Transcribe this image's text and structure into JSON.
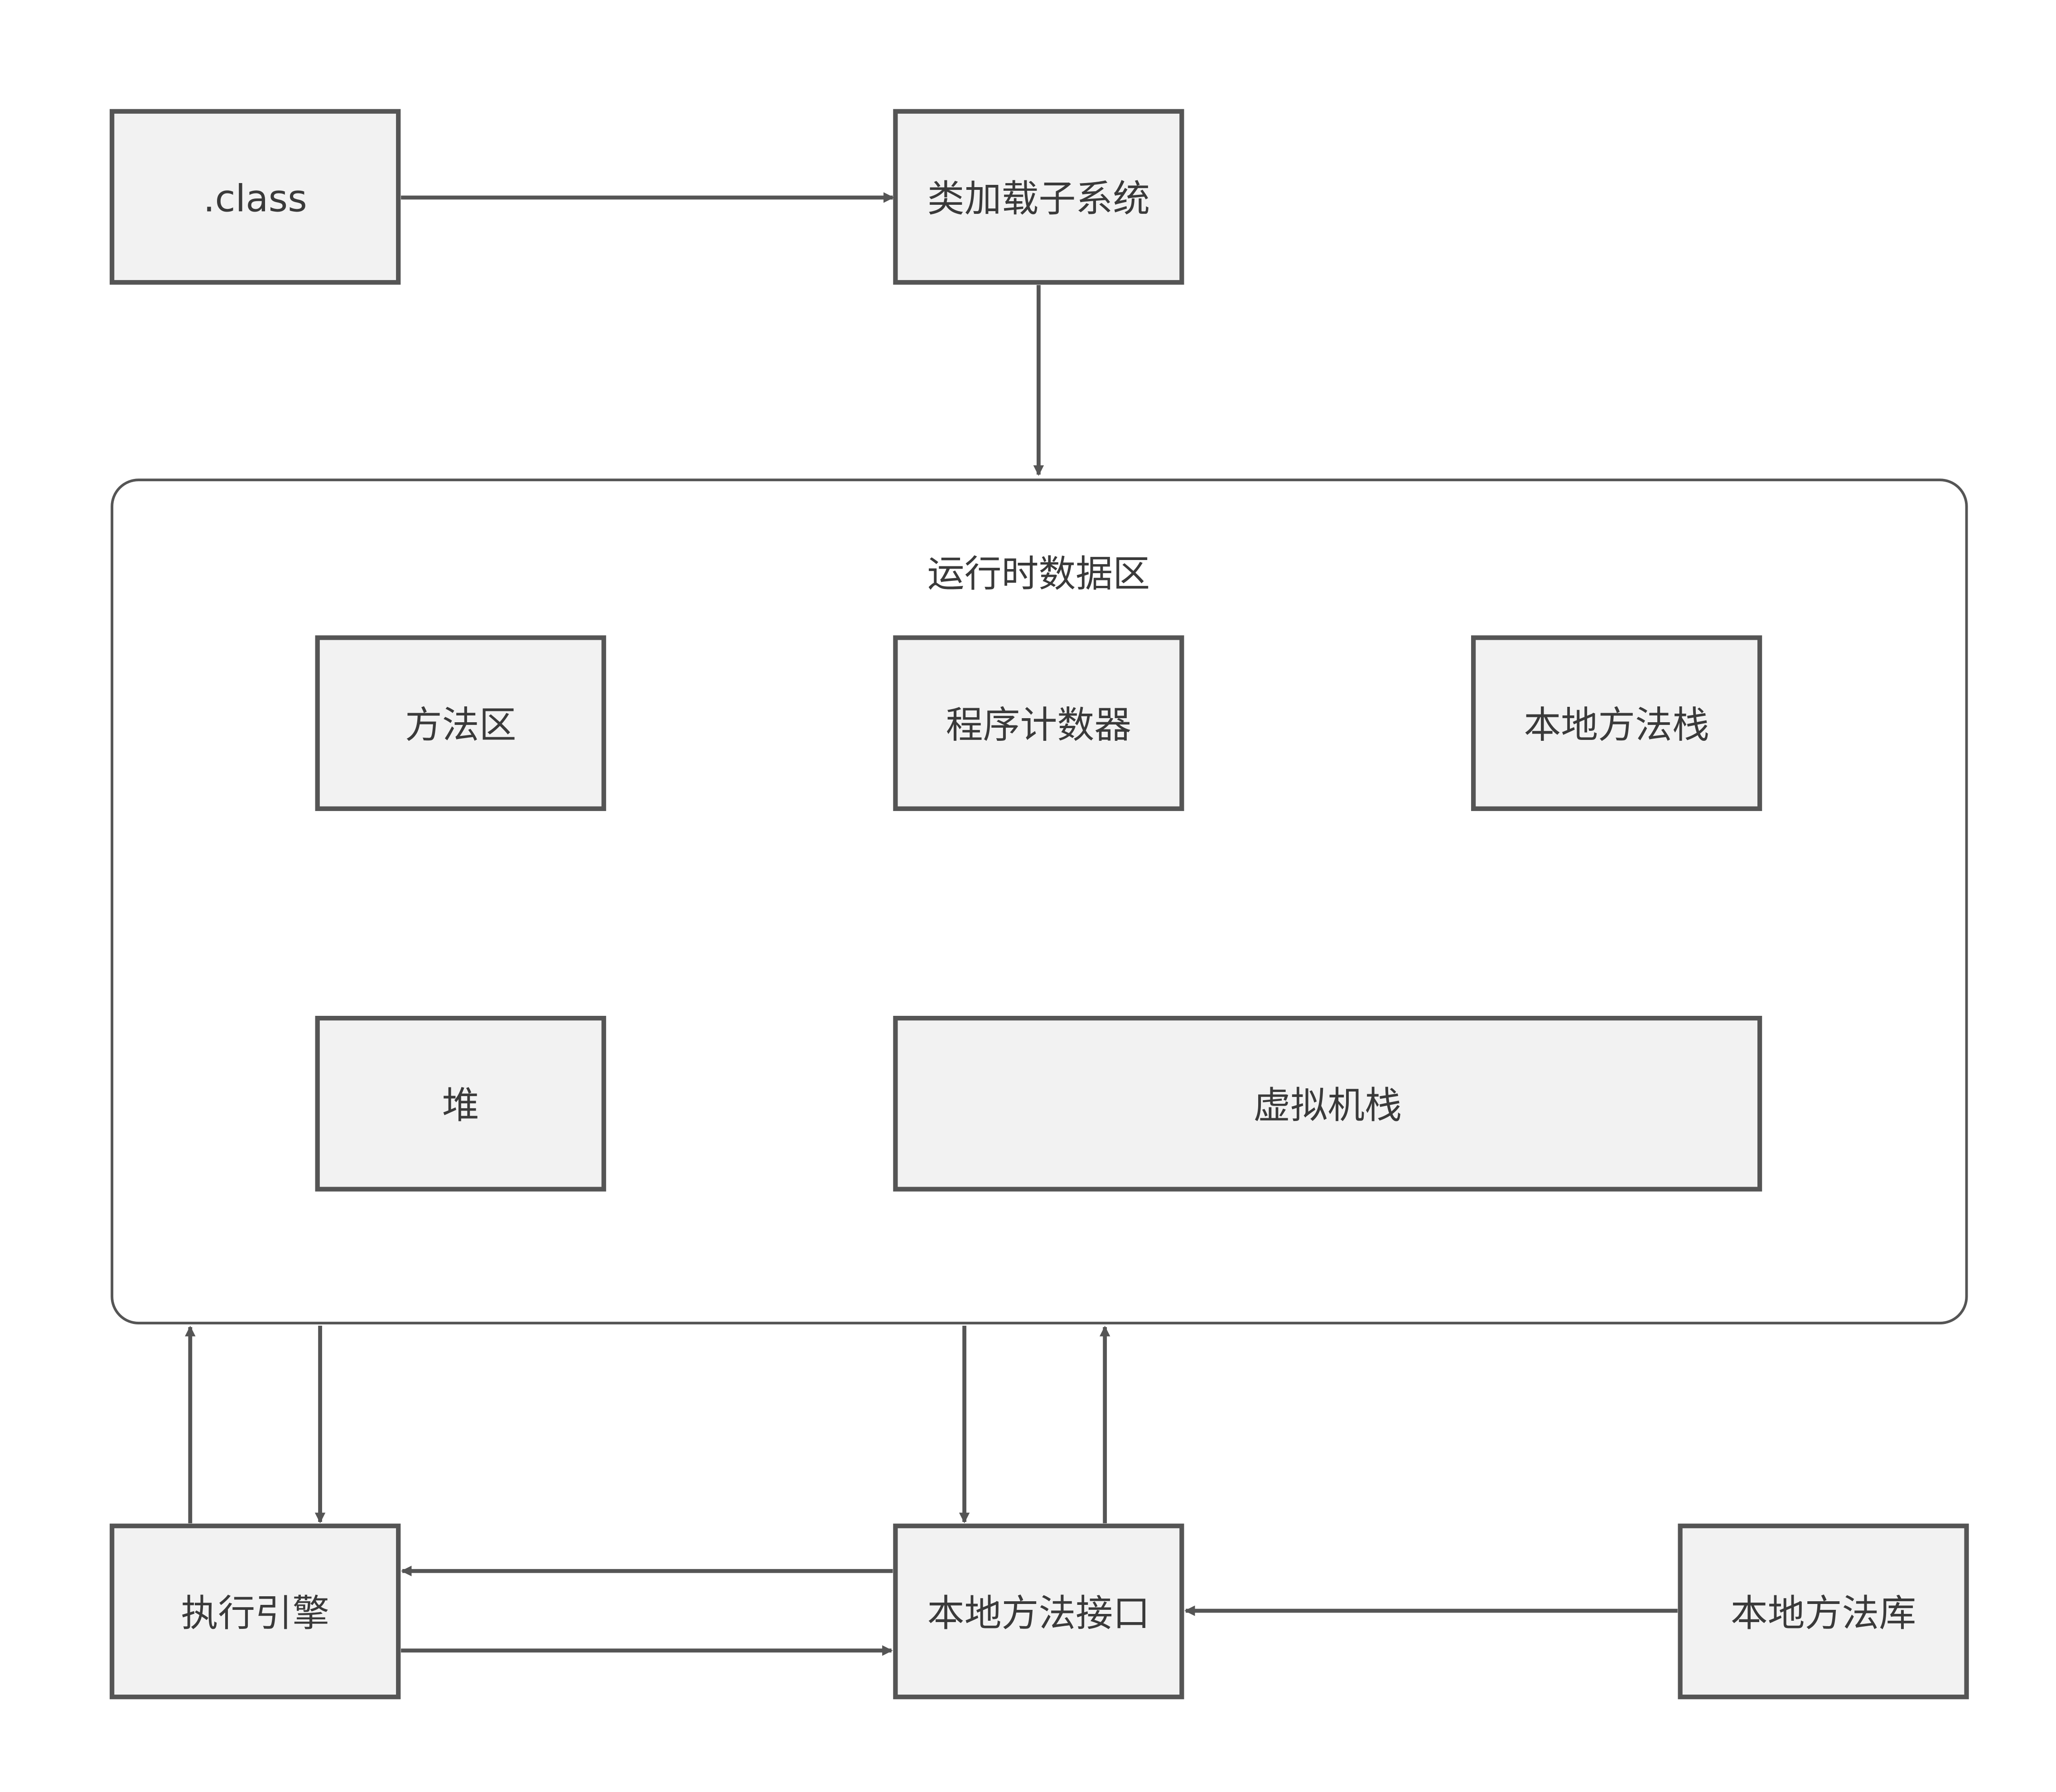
{
  "colors": {
    "background": "#ffffff",
    "box_fill": "#f2f2f2",
    "stroke": "#555555",
    "text": "#3a3a3a"
  },
  "nodes": {
    "class_file": ".class",
    "class_loader": "类加载子系统",
    "runtime_area": "运行时数据区",
    "method_area": "方法区",
    "program_counter": "程序计数器",
    "native_method_stack": "本地方法栈",
    "heap": "堆",
    "vm_stack": "虚拟机栈",
    "execution_engine": "执行引擎",
    "native_interface": "本地方法接口",
    "native_library": "本地方法库"
  }
}
